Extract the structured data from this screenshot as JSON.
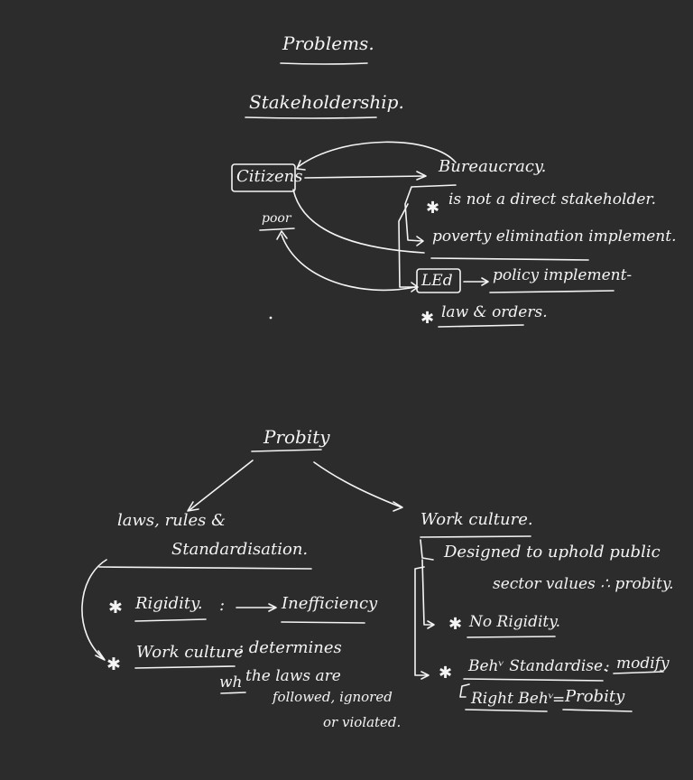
{
  "title": "Problems.",
  "stakeholdership": {
    "heading": "Stakeholdership.",
    "citizens": "Citizens",
    "poor": "poor",
    "bureaucracy": "Bureaucracy.",
    "not_direct": "is not a direct stakeholder.",
    "poverty": "poverty elimination implement.",
    "led": "LEd",
    "policy": "policy implement-",
    "law_orders": "law & orders."
  },
  "probity": {
    "heading": "Probity",
    "left": {
      "line1": "laws, rules &",
      "line2": "Standardisation.",
      "rigidity": "Rigidity.",
      "colon": ":",
      "inefficiency": "Inefficiency",
      "work_culture": "Work culture",
      "determines": ": determines",
      "whether": "wh",
      "the": "the laws are",
      "followed": "followed, ignored",
      "violated": "or violated."
    },
    "right": {
      "heading": "Work culture.",
      "designed": "Designed to uphold public",
      "sector": "sector values ∴ probity.",
      "no_rigidity": "No Rigidity.",
      "beh_std": "Behᵛ Standardise.",
      "colon": ":",
      "modify": "modify",
      "right_beh": "Right Behᵛ",
      "equals": "=",
      "probity": "Probity"
    },
    "star": "✱"
  }
}
